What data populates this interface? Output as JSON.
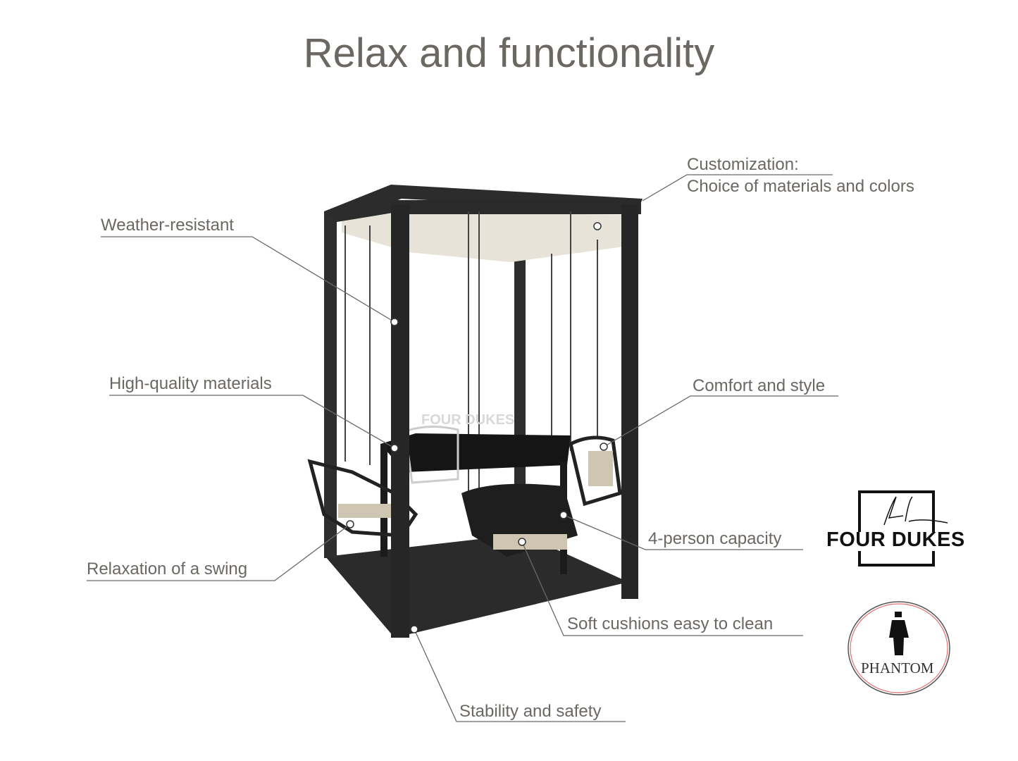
{
  "title": "Relax and functionality",
  "callouts": {
    "weather": "Weather-resistant",
    "materials": "High-quality materials",
    "swing": "Relaxation of a swing",
    "stability": "Stability and safety",
    "cushions": "Soft cushions easy to clean",
    "capacity": "4-person capacity",
    "comfort": "Comfort and style",
    "custom_1": "Customization:",
    "custom_2": "Choice of materials and colors"
  },
  "logos": {
    "four_dukes": "FOUR DUKES",
    "four_dukes_mark": "4d",
    "phantom": "PHANTOM",
    "watermark": "FOUR DUKES"
  },
  "colors": {
    "text": "#6b6763",
    "frame": "#2a2a2a",
    "canopy": "#e8e3d8",
    "phantom_ring": "#e07070"
  }
}
